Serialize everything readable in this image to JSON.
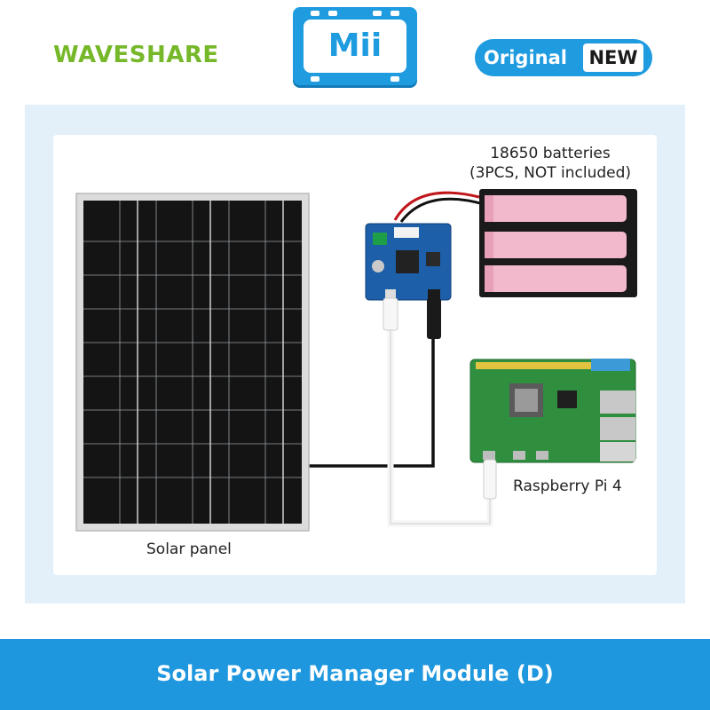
{
  "header": {
    "brand": "WAVESHARE",
    "badge_center": "Mii",
    "badge_right": {
      "original": "Original",
      "new": "NEW"
    }
  },
  "labels": {
    "batteries_line1": "18650 batteries",
    "batteries_line2": "(3PCS, NOT included)",
    "raspberry_pi": "Raspberry Pi 4",
    "solar_panel": "Solar panel"
  },
  "footer": {
    "title": "Solar Power Manager Module (D)"
  },
  "colors": {
    "brand_green": "#76b82a",
    "accent_blue": "#1f9be0",
    "frame_bg": "#e3f0fa",
    "footer_bg": "#1e97de"
  }
}
